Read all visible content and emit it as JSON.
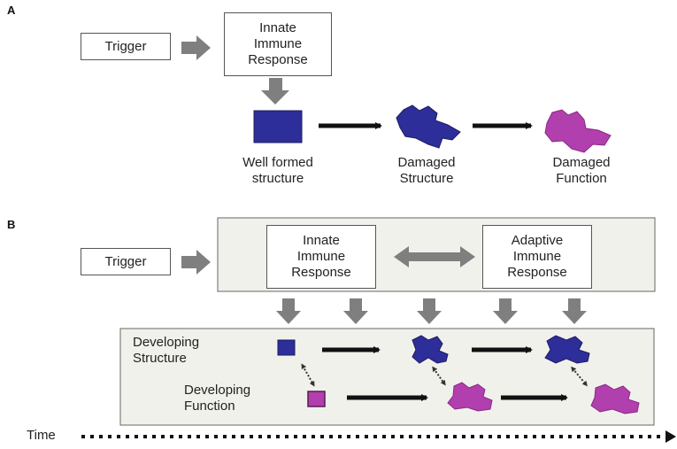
{
  "panel_a": {
    "letter": "A",
    "trigger": "Trigger",
    "innate": "Innate\nImmune\nResponse",
    "well_formed": "Well formed\nstructure",
    "damaged_structure": "Damaged\nStructure",
    "damaged_function": "Damaged\nFunction"
  },
  "panel_b": {
    "letter": "B",
    "trigger": "Trigger",
    "innate": "Innate\nImmune\nResponse",
    "adaptive": "Adaptive\nImmune\nResponse",
    "developing_structure": "Developing\nStructure",
    "developing_function": "Developing\nFunction",
    "time": "Time"
  },
  "colors": {
    "structure": "#2e2e9a",
    "function": "#b23fae",
    "grey_arrow": "#7f7f7f",
    "panel_bg": "#f1f1ec"
  }
}
